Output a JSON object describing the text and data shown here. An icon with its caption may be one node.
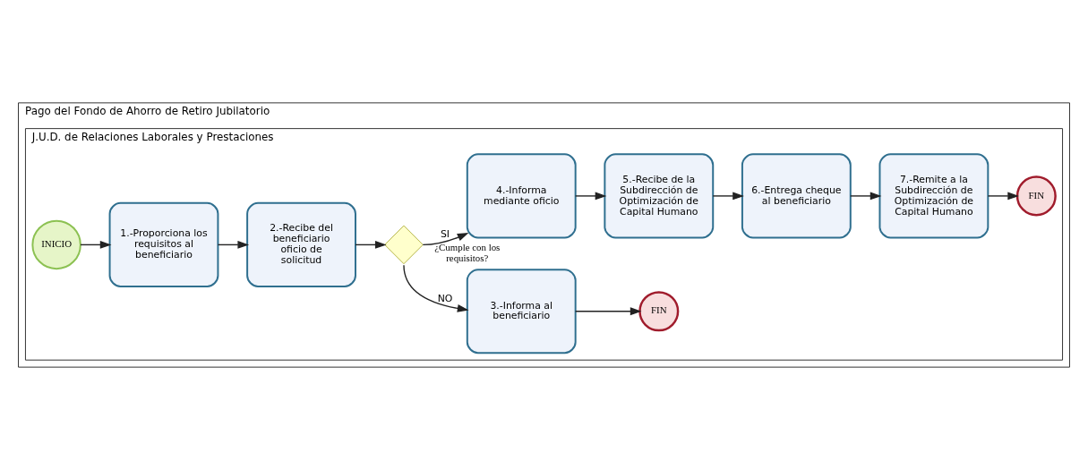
{
  "diagram": {
    "nodes": [
      {
        "text": [
          "Pago del Fondo de Ahorro de Retiro Jubilatorio"
        ]
      },
      {
        "text": [
          "J.U.D. de Relaciones Laborales y Prestaciones"
        ],
        "in": 0
      },
      {
        "text": [
          "INICIO"
        ],
        "in": 1
      },
      {
        "text": [
          "1.-Proporciona los requisitos al beneficiario"
        ],
        "in": 1
      },
      {
        "text": [
          "2.-Recibe del beneficiario oficio de solicitud"
        ],
        "in": 1
      },
      {
        "text": [
          "¿Cumple con los requisitos?"
        ],
        "in": 1
      },
      {
        "text": [
          "4.-Informa mediante oficio"
        ],
        "in": 1
      },
      {
        "text": [
          "5.-Recibe de la Subdirección de Optimización de Capital Humano"
        ],
        "in": 1
      },
      {
        "text": [
          "6.-Entrega cheque al beneficiario"
        ],
        "in": 1
      },
      {
        "text": [
          "7.-Remite a la Subdirección de Optimización de Capital Humano"
        ],
        "in": 1
      },
      {
        "text": [
          "FIN"
        ],
        "in": 1
      },
      {
        "text": [
          "3.-Informa al beneficiario"
        ],
        "in": 1
      },
      {
        "text": [
          "FIN"
        ],
        "in": 1
      }
    ],
    "edges": [
      {
        "from": 2,
        "to": 3,
        "arrow": "to"
      },
      {
        "from": 3,
        "to": 4,
        "arrow": "to"
      },
      {
        "from": 4,
        "to": 5,
        "arrow": "to"
      },
      {
        "from": 5,
        "to": 6,
        "arrow": "to",
        "label": "SI"
      },
      {
        "from": 5,
        "to": 11,
        "arrow": "to",
        "label": "NO"
      },
      {
        "from": 6,
        "to": 7,
        "arrow": "to"
      },
      {
        "from": 7,
        "to": 8,
        "arrow": "to"
      },
      {
        "from": 8,
        "to": 9,
        "arrow": "to"
      },
      {
        "from": 9,
        "to": 10,
        "arrow": "to"
      },
      {
        "from": 11,
        "to": 12,
        "arrow": "to"
      }
    ]
  }
}
